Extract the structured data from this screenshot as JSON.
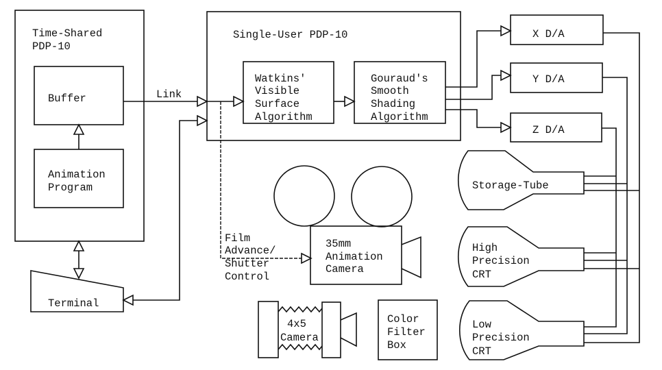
{
  "time_shared": {
    "line1": "Time-Shared",
    "line2": "PDP-10"
  },
  "buffer": "Buffer",
  "animation_program": {
    "line1": "Animation",
    "line2": "Program"
  },
  "terminal": "Terminal",
  "link": "Link",
  "single_user": "Single-User PDP-10",
  "watkins": {
    "line1": "Watkins'",
    "line2": "Visible",
    "line3": "Surface",
    "line4": "Algorithm"
  },
  "gouraud": {
    "line1": "Gouraud's",
    "line2": "Smooth",
    "line3": "Shading",
    "line4": "Algorithm"
  },
  "x_da": "X D/A",
  "y_da": "Y D/A",
  "z_da": "Z D/A",
  "storage_tube": "Storage-Tube",
  "high_crt": {
    "line1": "High",
    "line2": "Precision",
    "line3": "CRT"
  },
  "low_crt": {
    "line1": "Low",
    "line2": "Precision",
    "line3": "CRT"
  },
  "film_control": {
    "line1": "Film",
    "line2": "Advance/",
    "line3": "Shutter",
    "line4": "Control"
  },
  "camera_35mm": {
    "line1": "35mm",
    "line2": "Animation",
    "line3": "Camera"
  },
  "camera_4x5": {
    "line1": "4x5",
    "line2": "Camera"
  },
  "color_filter": {
    "line1": "Color",
    "line2": "Filter",
    "line3": "Box"
  }
}
